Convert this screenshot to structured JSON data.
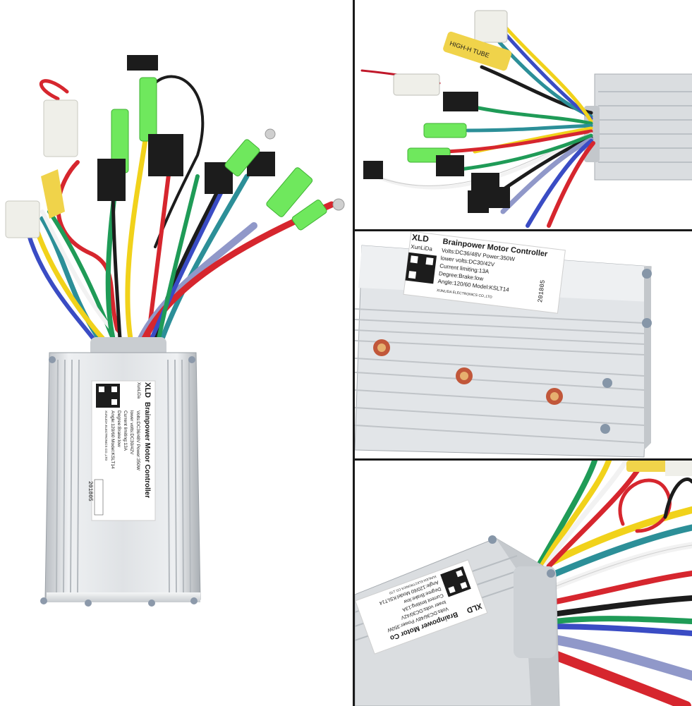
{
  "images": [
    {
      "id": "main-view",
      "label": {
        "brand_mark": "XLD",
        "brand_sub": "XunLiDa",
        "title": "Brainpower Motor Controller",
        "line1": "Volts:DC36/48V   Power:350W",
        "line2": "lower volts:DC30/42V",
        "line3": "Current limiting:13A",
        "line4": "Degree:Brake:low",
        "line5": "Angle:120/60   Model:KSLT14",
        "manufacturer": "XUNLIDA ELECTRONICS CO.,LTD",
        "batch": "201805"
      }
    },
    {
      "id": "connector-view",
      "tag_text": "HIGH-H  TUBE"
    },
    {
      "id": "label-closeup",
      "label": {
        "brand_mark": "XLD",
        "brand_sub": "XunLiDa",
        "title": "Brainpower Motor Controller",
        "line1": "Volts:DC36/48V   Power:350W",
        "line2": "lower volts:DC30/42V",
        "line3": "Current limiting:13A",
        "line4": "Degree:Brake:low",
        "line5": "Angle:120/60   Model:KSLT14",
        "manufacturer": "XUNLIDA ELECTRONICS CO.,LTD",
        "batch": "201805"
      }
    },
    {
      "id": "wire-closeup",
      "label": {
        "brand_mark": "XLD",
        "title": "Brainpower Motor Co",
        "line1": "Volts:DC36/48V  Power:350W",
        "line2": "lower volts:DC30/42V",
        "line3": "Current limiting:13A",
        "line4": "Degree:Brake:low",
        "line5": "Angle:120/60  Model:KSLT14",
        "manufacturer": "XUNLIDA ELECTRONICS CO.,LTD"
      }
    }
  ],
  "colors": {
    "housing": "#d9dcdf",
    "housing_shadow": "#aeb3b8",
    "wire_red": "#d6262e",
    "wire_yellow": "#f1d21b",
    "wire_green": "#1f9b57",
    "wire_blue": "#3a4cc4",
    "wire_purple": "#9098c9",
    "wire_black": "#1c1c1c",
    "wire_white": "#f2f2f2",
    "wire_teal": "#2c8f98",
    "sleeve_green": "#6fe85d",
    "connector_white": "#efefe9",
    "connector_yellow": "#f0d34a"
  }
}
